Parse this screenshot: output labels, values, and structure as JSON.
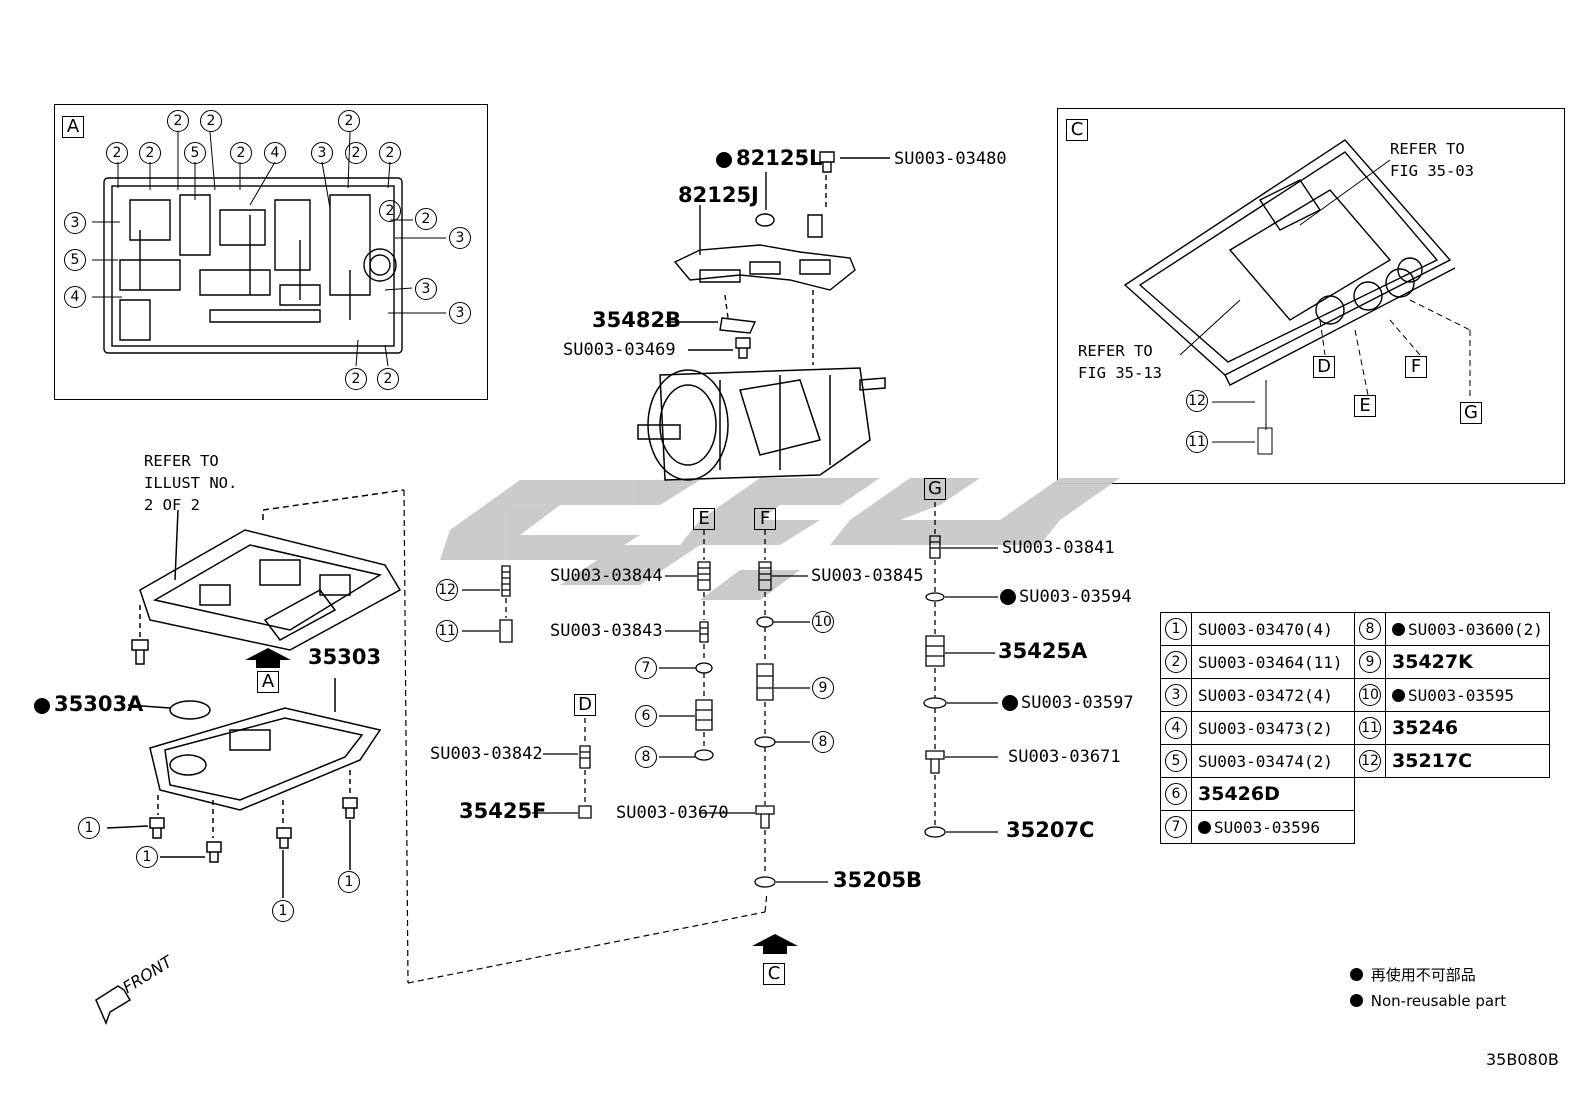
{
  "panel_a": {
    "tag": "A",
    "callouts": [
      "2",
      "2",
      "2",
      "2",
      "5",
      "2",
      "4",
      "3",
      "2",
      "2",
      "2",
      "3",
      "3",
      "3",
      "3",
      "5",
      "4",
      "2",
      "2",
      "2",
      "2"
    ]
  },
  "panel_c": {
    "tag": "C",
    "refer_1": "REFER TO\nFIG 35-03",
    "refer_2": "REFER TO\nFIG 35-13",
    "tags": [
      "D",
      "E",
      "F",
      "G"
    ],
    "callouts": [
      "12",
      "11"
    ]
  },
  "refer_illust": "REFER TO\nILLUST NO.\n2 OF 2",
  "labels": {
    "p82125L": "82125L",
    "su480": "SU003-03480",
    "p82125J": "82125J",
    "p35482B": "35482B",
    "su469": "SU003-03469",
    "p35303": "35303",
    "p35303A": "35303A",
    "su844": "SU003-03844",
    "su845": "SU003-03845",
    "su843": "SU003-03843",
    "su842": "SU003-03842",
    "p35425F": "35425F",
    "su670": "SU003-03670",
    "p35205B": "35205B",
    "su841": "SU003-03841",
    "su594": "SU003-03594",
    "p35425A": "35425A",
    "su597": "SU003-03597",
    "su671": "SU003-03671",
    "p35207C": "35207C",
    "tag_A": "A",
    "tag_C": "C",
    "tag_D": "D",
    "tag_E": "E",
    "tag_F": "F",
    "tag_G": "G",
    "front": "FRONT"
  },
  "legend": [
    {
      "n": "1",
      "v": "SU003-03470(4)",
      "n2": "8",
      "v2": "SU003-03600(2)",
      "dot2": true
    },
    {
      "n": "2",
      "v": "SU003-03464(11)",
      "n2": "9",
      "v2": "35427K"
    },
    {
      "n": "3",
      "v": "SU003-03472(4)",
      "n2": "10",
      "v2": "SU003-03595",
      "dot2": true
    },
    {
      "n": "4",
      "v": "SU003-03473(2)",
      "n2": "11",
      "v2": "35246"
    },
    {
      "n": "5",
      "v": "SU003-03474(2)",
      "n2": "12",
      "v2": "35217C"
    },
    {
      "n": "6",
      "v": "35426D"
    },
    {
      "n": "7",
      "v": "SU003-03596",
      "dot": true
    }
  ],
  "notes": {
    "jp": "再使用不可部品",
    "en": "Non-reusable part"
  },
  "figure_code": "35B080B",
  "watermark_color": "#c8c8c8"
}
